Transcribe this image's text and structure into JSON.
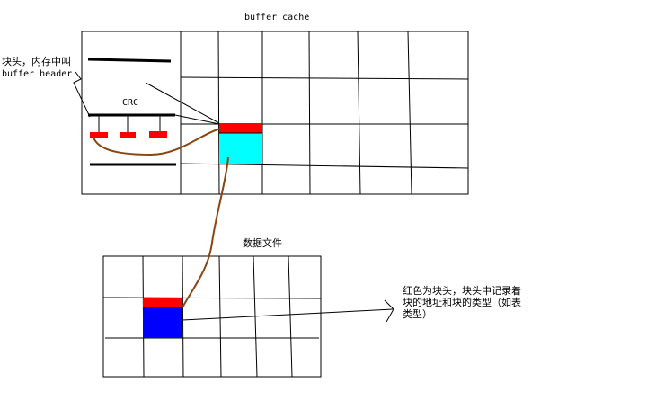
{
  "labels": {
    "buffer_cache_title": "buffer_cache",
    "block_header_line1": "块头，内存中叫",
    "block_header_line2": "buffer header",
    "crc": "CRC",
    "data_file_title": "数据文件",
    "note_line1": "红色为块头，块头中记录着",
    "note_line2": "块的地址和块的类型（如表",
    "note_line3": "类型）"
  },
  "colors": {
    "block_header": "#ff0000",
    "cache_block": "#00ffff",
    "file_block": "#0000ff",
    "link_curve": "#8b4513",
    "line": "#000000"
  }
}
